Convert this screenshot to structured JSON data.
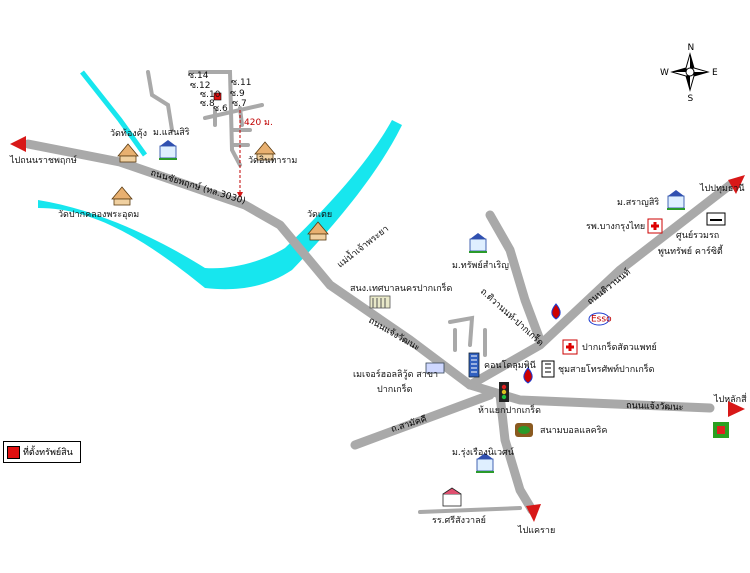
{
  "legend": {
    "label": "ที่ตั้งทรัพย์สิน",
    "color": "#e01010"
  },
  "compass": {
    "n": "N",
    "s": "S",
    "e": "E",
    "w": "W"
  },
  "distance": "420 ม.",
  "roads": {
    "chaengwattana_upper": "ถนนแจ้งวัฒนะ",
    "chaengwattana_lower": "ถนนแจ้งวัฒนะ",
    "chaiyaphruek": "ถนนชัยพฤกษ์ (ทล.3030)",
    "tiwanon": "ถนนติวานนท์",
    "samakkhi": "ถ.สามัคคี",
    "pakkret_road": "ถ.ติวานนท์-ปากเกร็ด",
    "chao_phraya": "แม่น้ำเจ้าพระยา"
  },
  "directions": {
    "ratchaphruek": "ไปถนนราชพฤกษ์",
    "pathum": "ไปปทุมธานี",
    "laksi": "ไปหลักสี่",
    "khae_rai": "ไปแคราย"
  },
  "soi_labels": [
    "ซ.14",
    "ซ.12",
    "ซ.11",
    "ซ.10",
    "ซ.9",
    "ซ.8",
    "ซ.7",
    "ซ.6"
  ],
  "places": {
    "wat_thong_kung": "วัดท้องคุ้ง",
    "m_saensiri": "ม.แสนสิริ",
    "wat_pak_khlong": "วัดปากคลองพระอุดม",
    "wat_intharam": "วัดอินทาราม",
    "wat_toei": "วัดเตย",
    "m_saransiri": "ม.สราญสิริ",
    "bangkok_hospital": "รพ.บางกรุงไทย",
    "service_center": "ศูนย์รวมรถ",
    "car_dealer": "พูนทรัพย์ คาร์ซิตี้",
    "m_sapsin": "ม.ทรัพย์สำเริญ",
    "municipality": "สนง.เทศบาลนครปากเกร็ด",
    "vet": "ปากเกร็ดสัตวแพทย์",
    "condo": "คอนโดลุมพินี",
    "telephone": "ชุมสายโทรศัพท์ปากเกร็ด",
    "mega_home": "เมเจอร์ฮอลลิวู้ด สาขา",
    "mega_home2": "ปากเกร็ด",
    "intersection": "ห้าแยกปากเกร็ด",
    "stadium": "สนามบอลแลคริค",
    "m_rungrueang": "ม.รุ่งเรืองนิเวศน์",
    "school": "รร.ศรีสังวาลย์",
    "esso": "Esso"
  }
}
